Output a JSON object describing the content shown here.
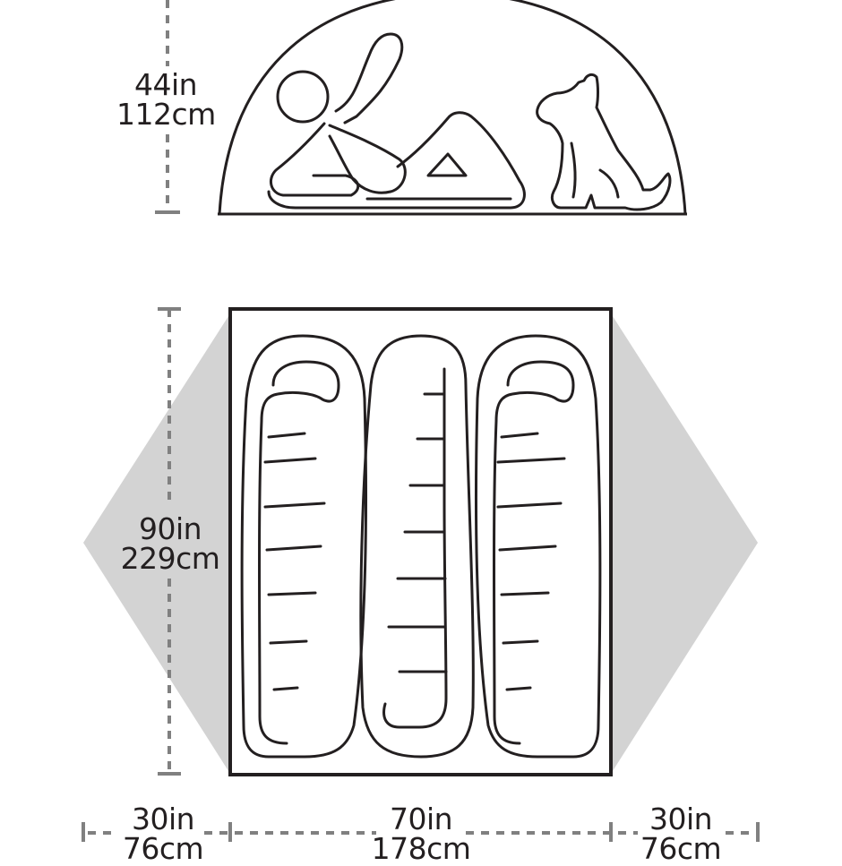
{
  "dimensions": {
    "peak_height": {
      "imperial": "44in",
      "metric": "112cm"
    },
    "floor_length": {
      "imperial": "90in",
      "metric": "229cm"
    },
    "vestibule_left": {
      "imperial": "30in",
      "metric": "76cm"
    },
    "floor_width": {
      "imperial": "70in",
      "metric": "178cm"
    },
    "vestibule_right": {
      "imperial": "30in",
      "metric": "76cm"
    }
  },
  "colors": {
    "line": "#231f20",
    "dimension": "#808080",
    "vestibule": "#d3d3d3"
  },
  "icons": [
    "reclining-person-icon",
    "sitting-dog-icon",
    "sleeping-bag-icon"
  ]
}
